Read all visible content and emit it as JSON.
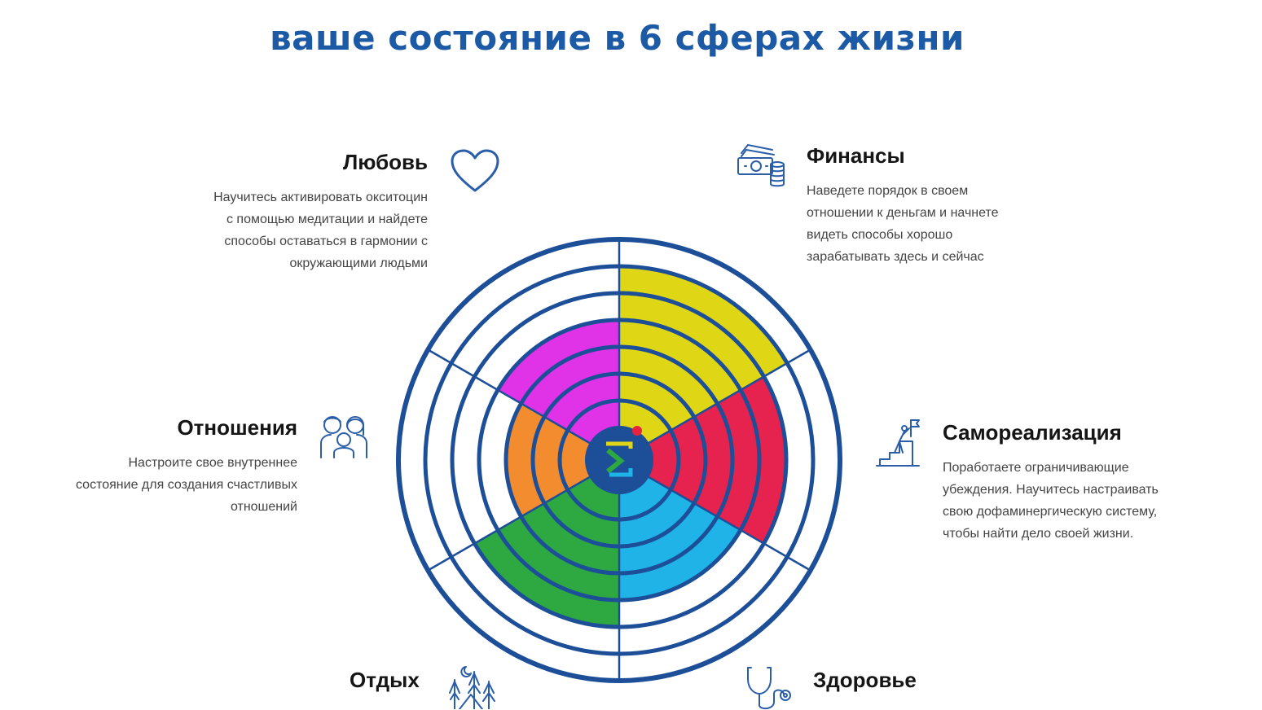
{
  "title": "ваше состояние в 6 сферах жизни",
  "spheres": {
    "love": {
      "name": "Любовь",
      "lines": [
        "Научитесь активировать окситоцин",
        "с помощью медитации и найдете",
        "способы оставаться в гармонии с",
        "окружающими людьми"
      ],
      "icon": "heart-icon"
    },
    "finance": {
      "name": "Финансы",
      "lines": [
        "Наведете порядок в своем",
        "отношении к деньгам и начнете",
        "видеть способы хорошо",
        "зарабатывать здесь и сейчас"
      ],
      "icon": "money-icon"
    },
    "relations": {
      "name": "Отношения",
      "lines": [
        "Настроите свое внутреннее",
        "состояние для создания счастливых",
        "отношений"
      ],
      "icon": "family-icon"
    },
    "self": {
      "name": "Самореализация",
      "lines": [
        "Поработаете ограничивающие",
        "убеждения. Научитесь настраивать",
        "свою дофаминергическую систему,",
        "чтобы найти дело своей жизни."
      ],
      "icon": "summit-flag-icon"
    },
    "rest": {
      "name": "Отдых",
      "icon": "camping-icon"
    },
    "health": {
      "name": "Здоровье",
      "icon": "stethoscope-icon"
    }
  },
  "colors": {
    "title": "#1d5aa6",
    "lines": "#1d4f99",
    "center": "#1d4f99",
    "dot": "#e8233f"
  },
  "chart_data": {
    "type": "radial-wheel",
    "max_level": 7,
    "sectors": [
      {
        "name": "Финансы",
        "value": 6,
        "color": "#dfd616"
      },
      {
        "name": "Самореализация",
        "value": 5,
        "color": "#e5234e"
      },
      {
        "name": "Здоровье",
        "value": 4,
        "color": "#1fb3e8"
      },
      {
        "name": "Отдых",
        "value": 5,
        "color": "#2ea840"
      },
      {
        "name": "Отношения",
        "value": 3,
        "color": "#f28c2e"
      },
      {
        "name": "Любовь",
        "value": 4,
        "color": "#e033e8"
      }
    ]
  }
}
